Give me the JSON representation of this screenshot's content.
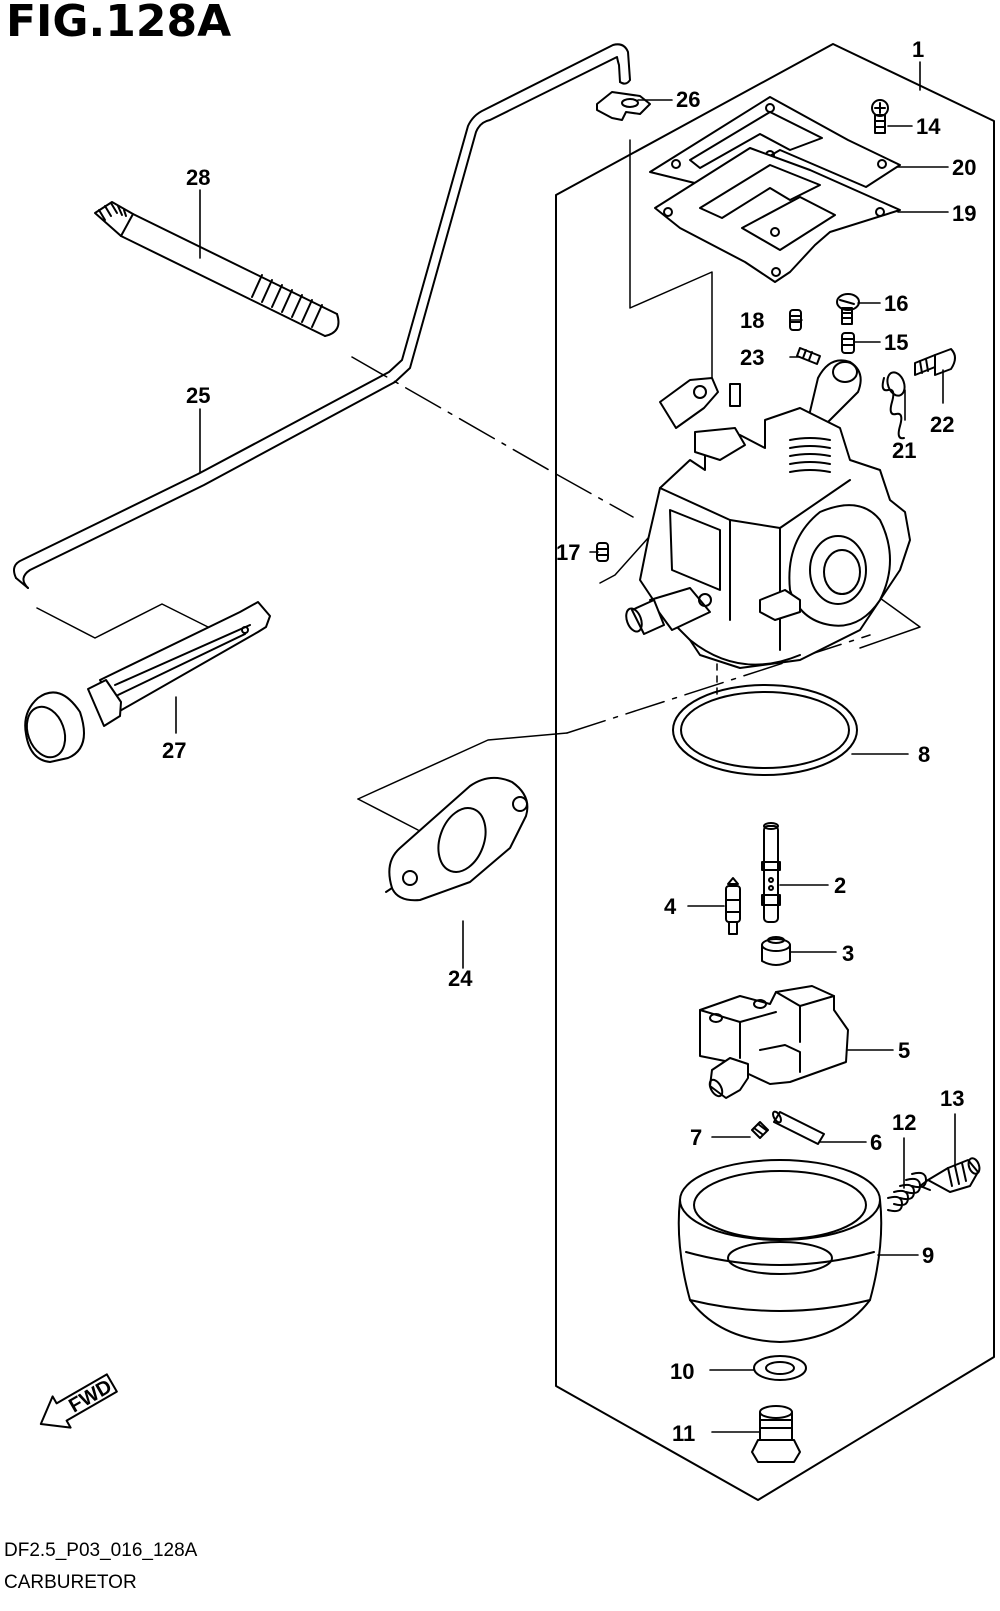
{
  "figure": {
    "title": "FIG.128A",
    "code": "DF2.5_P03_016_128A",
    "caption": "CARBURETOR"
  },
  "parts": {
    "p1": "1",
    "p2": "2",
    "p3": "3",
    "p4": "4",
    "p5": "5",
    "p6": "6",
    "p7": "7",
    "p8": "8",
    "p9": "9",
    "p10": "10",
    "p11": "11",
    "p12": "12",
    "p13": "13",
    "p14": "14",
    "p15": "15",
    "p16": "16",
    "p17": "17",
    "p18": "18",
    "p19": "19",
    "p20": "20",
    "p21": "21",
    "p22": "22",
    "p23": "23",
    "p24": "24",
    "p25": "25",
    "p26": "26",
    "p27": "27",
    "p28": "28"
  },
  "direction_marker": "FWD"
}
